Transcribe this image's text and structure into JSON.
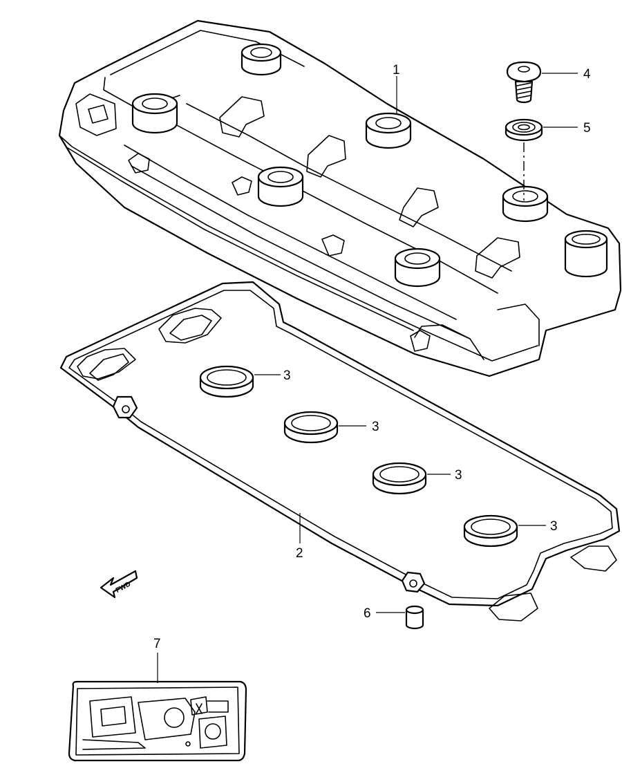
{
  "diagram": {
    "parts": [
      {
        "ref": "1"
      },
      {
        "ref": "2"
      },
      {
        "ref": "3"
      },
      {
        "ref": "4"
      },
      {
        "ref": "5"
      },
      {
        "ref": "6"
      },
      {
        "ref": "7"
      }
    ],
    "direction_marker": "FWD",
    "colors": {
      "line": "#000000",
      "background": "#ffffff"
    }
  }
}
